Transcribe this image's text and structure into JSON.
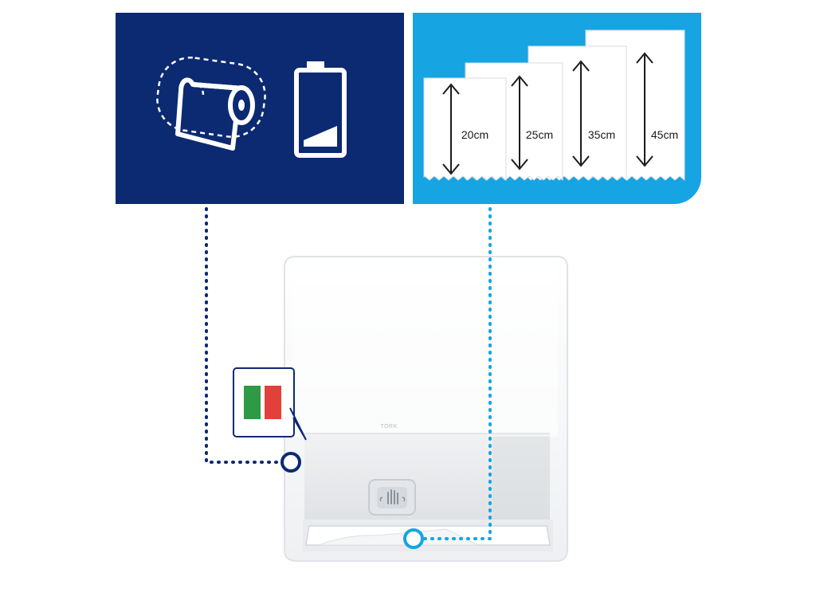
{
  "colors": {
    "dark_panel": "#0c2a72",
    "light_panel": "#16a4e3",
    "flag_green": "#2f9a45",
    "flag_red": "#e2403a",
    "dispenser_body": "#f7f8f9"
  },
  "icons": {
    "paper_roll": "paper-roll-icon",
    "battery": "battery-icon",
    "hand_sensor": "hand-sensor-icon",
    "color_indicator": "color-indicator-icon"
  },
  "sheet_lengths": [
    {
      "label": "20cm"
    },
    {
      "label": "25cm"
    },
    {
      "label": "35cm"
    },
    {
      "label": "45cm"
    }
  ],
  "dispenser": {
    "brand": "TORK"
  }
}
